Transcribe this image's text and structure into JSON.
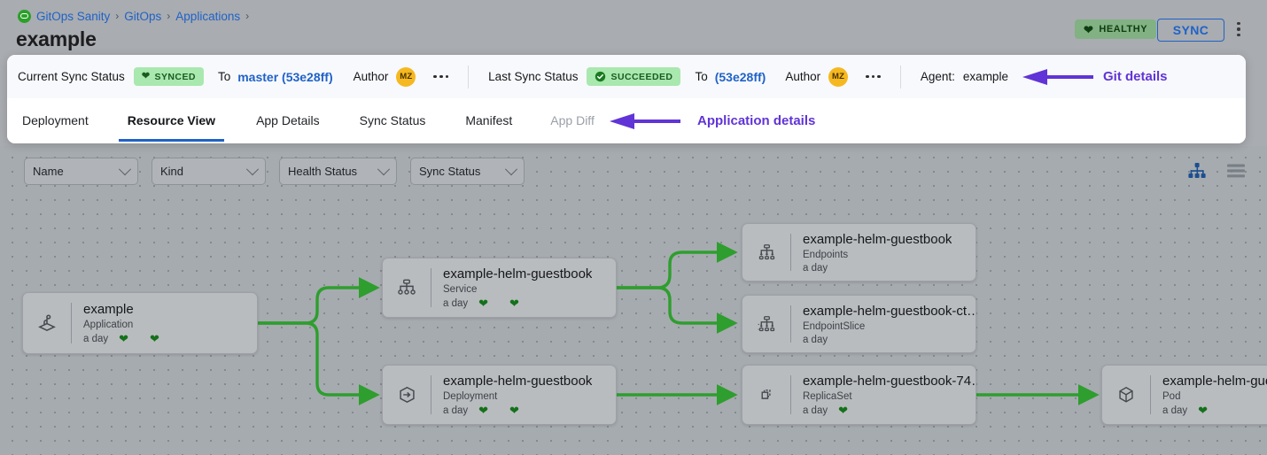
{
  "breadcrumb": {
    "logo_icon": "gitops-logo-icon",
    "items": [
      "GitOps Sanity",
      "GitOps",
      "Applications"
    ],
    "separator": "›"
  },
  "header": {
    "title": "example",
    "health_badge": {
      "label": "HEALTHY",
      "icon": "heart-icon",
      "bg": "#82b183",
      "fg": "#0d3d10"
    },
    "sync_button": {
      "label": "SYNC",
      "color": "#1f62c8"
    },
    "kebab_menu": "more-options-icon"
  },
  "status_bar": {
    "current": {
      "label": "Current Sync Status",
      "badge": {
        "label": "SYNCED",
        "icon": "heart-icon",
        "bg": "#a9e8ae",
        "fg": "#1a5c20"
      },
      "to_label": "To",
      "revision": "master (53e28ff)",
      "author_label": "Author",
      "author_initials": "MZ",
      "more": "more-options-icon"
    },
    "last": {
      "label": "Last Sync Status",
      "badge": {
        "label": "SUCCEEDED",
        "icon": "check-circle-icon",
        "bg": "#a9e8ae",
        "fg": "#1a5c20"
      },
      "to_label": "To",
      "revision": "(53e28ff)",
      "author_label": "Author",
      "author_initials": "MZ",
      "more": "more-options-icon"
    },
    "agent": {
      "label": "Agent:",
      "value": "example"
    }
  },
  "annotations": [
    {
      "text": "Git details",
      "color": "#6034d6"
    },
    {
      "text": "Application details",
      "color": "#6034d6"
    }
  ],
  "tabs": [
    {
      "label": "Deployment",
      "active": false,
      "disabled": false
    },
    {
      "label": "Resource View",
      "active": true,
      "disabled": false
    },
    {
      "label": "App Details",
      "active": false,
      "disabled": false
    },
    {
      "label": "Sync Status",
      "active": false,
      "disabled": false
    },
    {
      "label": "Manifest",
      "active": false,
      "disabled": false
    },
    {
      "label": "App Diff",
      "active": false,
      "disabled": true
    }
  ],
  "filters": [
    {
      "label": "Name",
      "icon": "chevron-down-icon"
    },
    {
      "label": "Kind",
      "icon": "chevron-down-icon"
    },
    {
      "label": "Health Status",
      "icon": "chevron-down-icon"
    },
    {
      "label": "Sync Status",
      "icon": "chevron-down-icon"
    }
  ],
  "view_toggle": [
    {
      "name": "tree-view-icon",
      "active": true,
      "color": "#1c4f8f"
    },
    {
      "name": "list-view-icon",
      "active": false,
      "color": "#787f86"
    }
  ],
  "graph": {
    "edge_color": "#2e9e2e",
    "nodes": [
      {
        "id": "app",
        "title": "example",
        "kind": "Application",
        "age": "a day",
        "hearts": 2,
        "icon": "application-icon"
      },
      {
        "id": "svc",
        "title": "example-helm-guestbook",
        "kind": "Service",
        "age": "a day",
        "hearts": 2,
        "icon": "service-icon"
      },
      {
        "id": "deploy",
        "title": "example-helm-guestbook",
        "kind": "Deployment",
        "age": "a day",
        "hearts": 2,
        "icon": "deployment-icon"
      },
      {
        "id": "ep",
        "title": "example-helm-guestbook",
        "kind": "Endpoints",
        "age": "a day",
        "hearts": 0,
        "icon": "endpoints-icon"
      },
      {
        "id": "eps",
        "title": "example-helm-guestbook-ct…",
        "kind": "EndpointSlice",
        "age": "a day",
        "hearts": 0,
        "icon": "endpointslice-icon"
      },
      {
        "id": "rs",
        "title": "example-helm-guestbook-74…",
        "kind": "ReplicaSet",
        "age": "a day",
        "hearts": 1,
        "icon": "replicaset-icon"
      },
      {
        "id": "pod",
        "title": "example-helm-guest",
        "kind": "Pod",
        "age": "a day",
        "hearts": 1,
        "icon": "pod-icon"
      }
    ]
  }
}
